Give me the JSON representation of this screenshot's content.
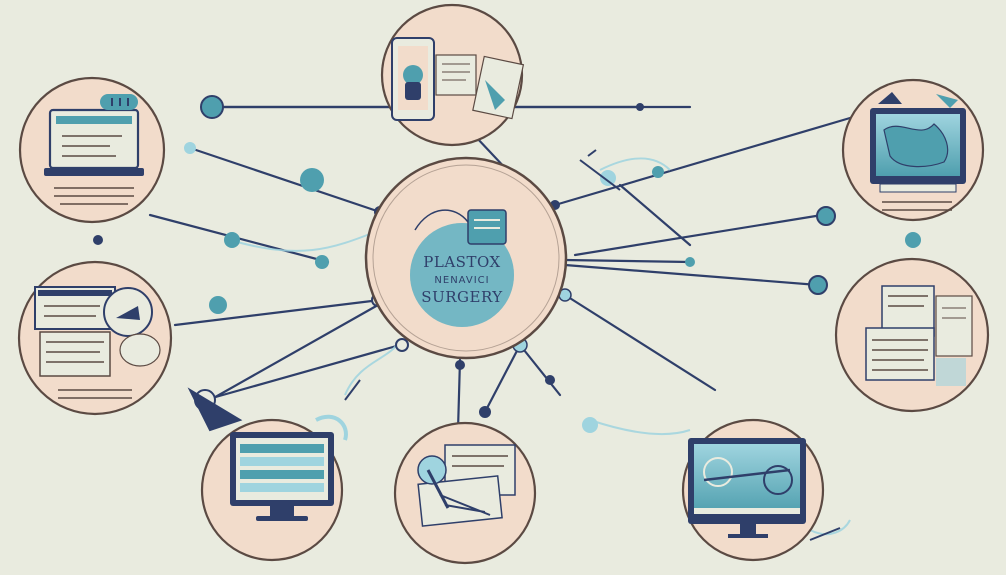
{
  "hub": {
    "line1": "PLASTOX",
    "line2": "NENAVICI",
    "line3": "SURGERY"
  },
  "palette": {
    "background": "#e9ebdf",
    "node_fill": "#f2dccb",
    "node_stroke": "#5b4a43",
    "line": "#2f3f6a",
    "accent_teal": "#4f9fae",
    "accent_light": "#9fd4df",
    "hub_fill": "#5fa8b5"
  },
  "nodes": [
    {
      "id": "phone",
      "icon": "smartphone-icon"
    },
    {
      "id": "laptop-top-left",
      "icon": "laptop-icon"
    },
    {
      "id": "documents-left",
      "icon": "documents-icon"
    },
    {
      "id": "monitor-bottom-left",
      "icon": "monitor-table-icon"
    },
    {
      "id": "papers-bottom-center",
      "icon": "papers-icon"
    },
    {
      "id": "monitor-bottom-right",
      "icon": "monitor-instrument-icon"
    },
    {
      "id": "monitor-top-right",
      "icon": "monitor-map-icon"
    },
    {
      "id": "documents-right",
      "icon": "documents-icon"
    }
  ]
}
